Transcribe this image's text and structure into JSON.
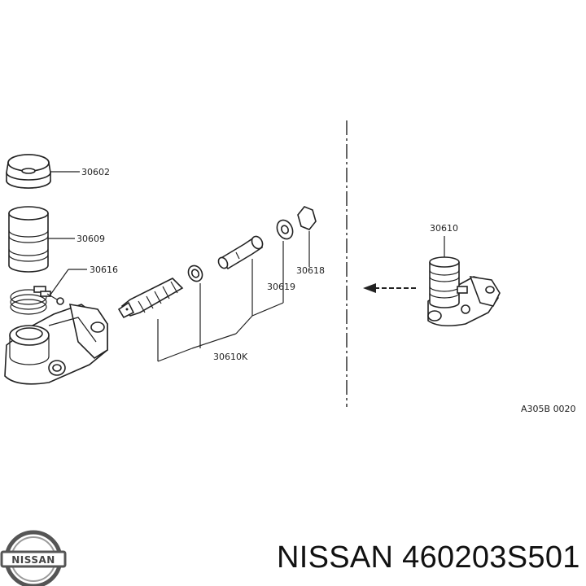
{
  "callouts": {
    "c30602": "30602",
    "c30609": "30609",
    "c30616": "30616",
    "c30619": "30619",
    "c30618": "30618",
    "c30610K": "30610K",
    "c30610": "30610"
  },
  "figure_code": "A305B 0020",
  "logo_text": "NISSAN",
  "caption": "NISSAN 460203S501"
}
